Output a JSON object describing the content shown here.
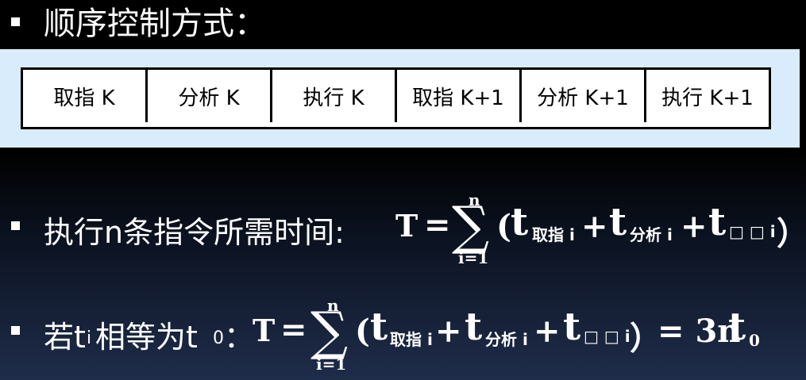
{
  "heading": "顺序控制方式：",
  "stages": [
    "取指 K",
    "分析 K",
    "执行 K",
    "取指 K+1",
    "分析 K+1",
    "执行 K+1"
  ],
  "formula1": {
    "prefix": "执行n条指令所需时间:",
    "T": "T",
    "eq": "=",
    "sum_top": "n",
    "sum_bottom": "i=1",
    "sigma": "∑",
    "open": "(",
    "t1": "t",
    "s1": "取指 i",
    "plus": "+",
    "t2": "t",
    "s2": "分析 i",
    "t3": "t",
    "s3": "□ □ i",
    "close": "）"
  },
  "formula2": {
    "prefix_a": "若t",
    "prefix_sub": "i",
    "prefix_b": "相等为t",
    "prefix_sub2": "0",
    "prefix_c": "：",
    "T": "T",
    "eq": "=",
    "sum_top": "n",
    "sum_bottom": "i=1",
    "sigma": "∑",
    "open": "(",
    "t1": "t",
    "s1": "取指 i",
    "plus": "+",
    "t2": "t",
    "s2": "分析 i",
    "t3": "t",
    "s3": "□ □ i",
    "close": "）",
    "result": "= 3n",
    "t0": "t",
    "t0_sub": "0"
  }
}
